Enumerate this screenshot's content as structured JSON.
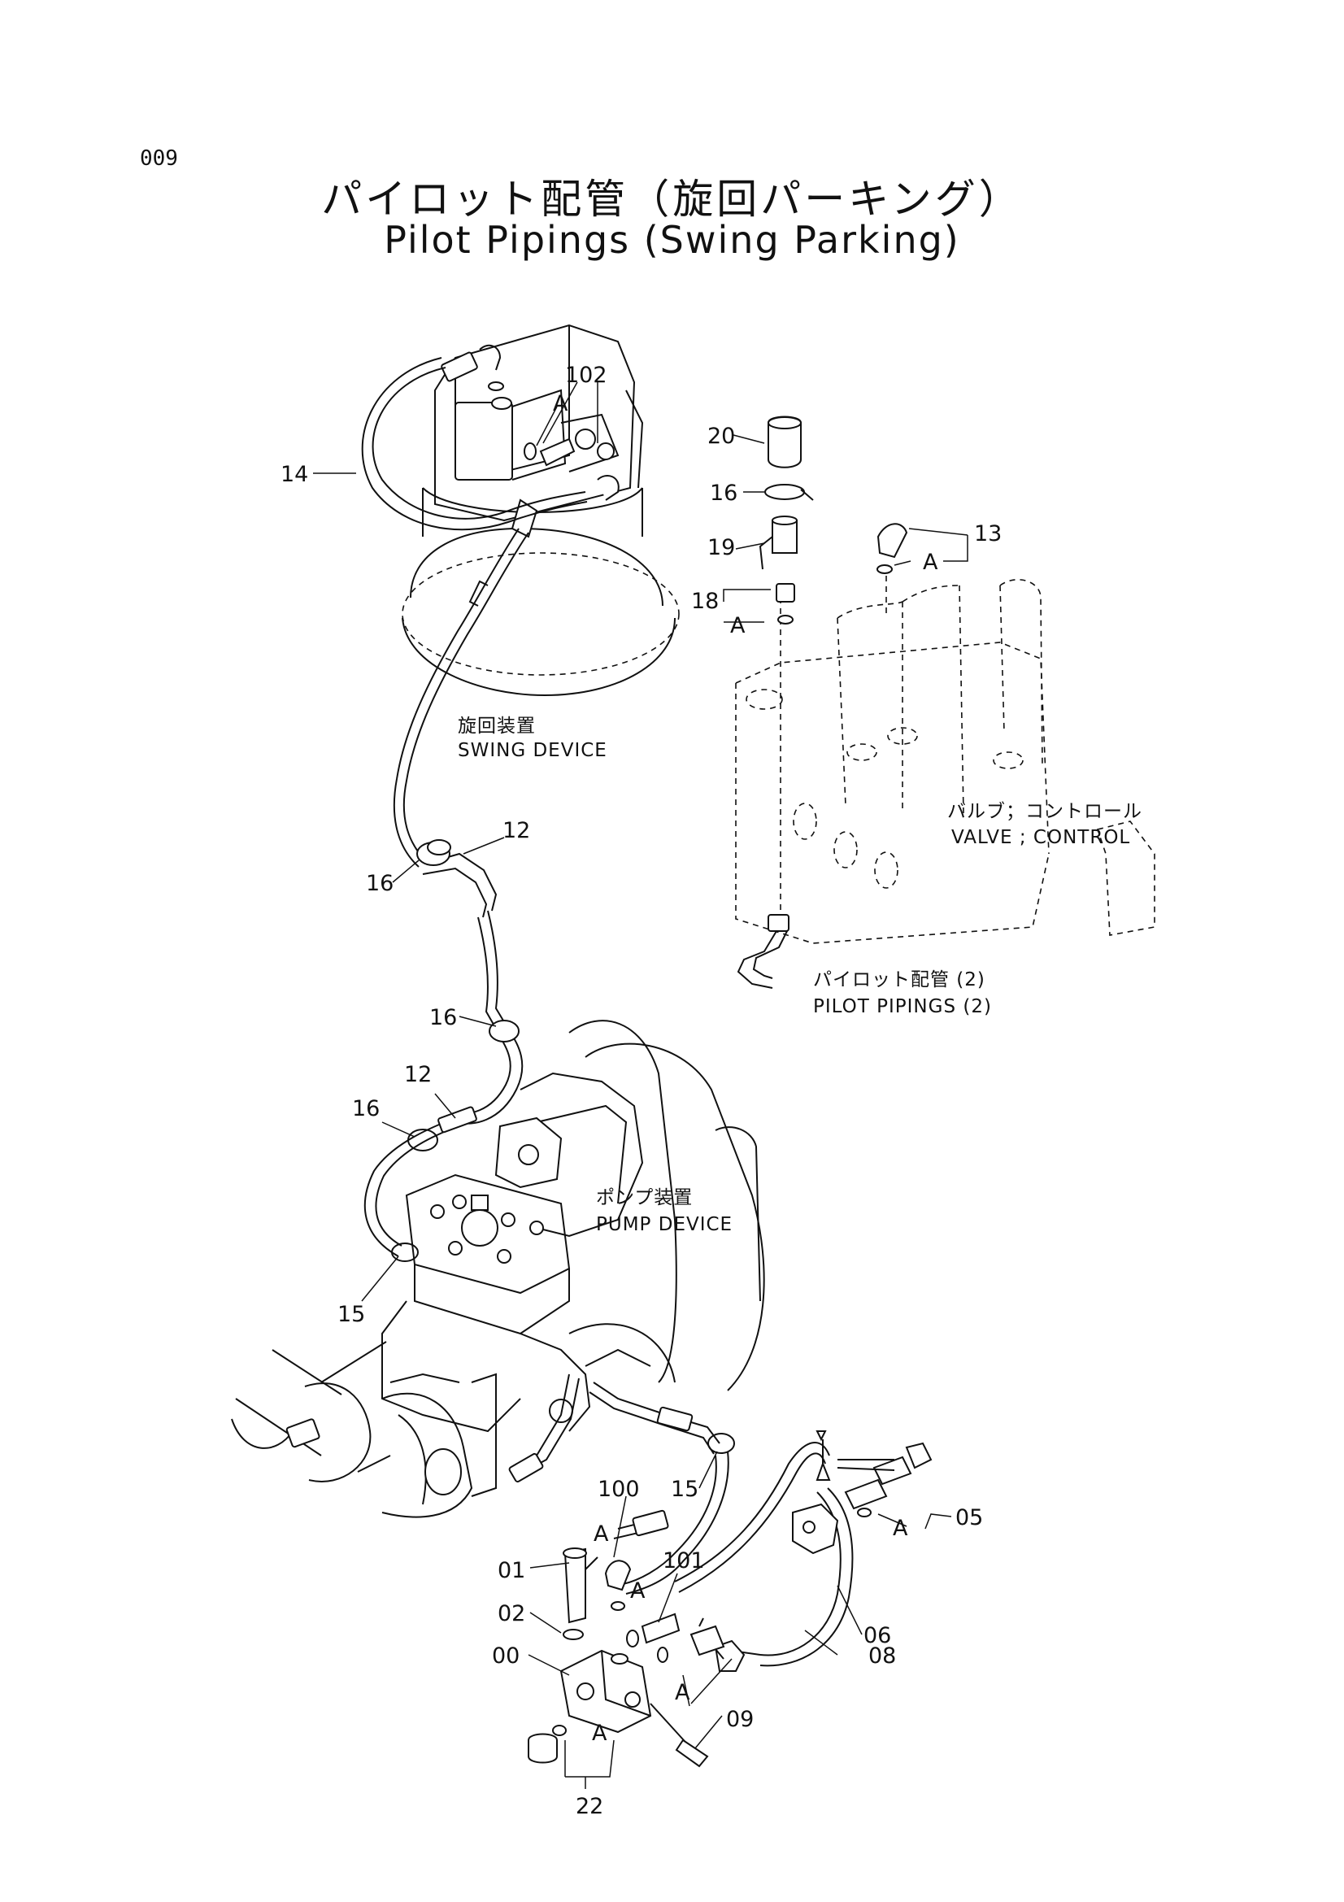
{
  "page": {
    "number": "009",
    "title_jp": "パイロット配管（旋回パーキング）",
    "title_en": "Pilot Pipings (Swing Parking)"
  },
  "labels": {
    "swing_device_jp": "旋回装置",
    "swing_device_en": "SWING DEVICE",
    "valve_control_jp": "バルブ；コントロール",
    "valve_control_en": "VALVE ; CONTROL",
    "pilot_pipings_jp": "パイロット配管 (2)",
    "pilot_pipings_en": "PILOT PIPINGS (2)",
    "pump_device_jp": "ポンプ装置",
    "pump_device_en": "PUMP DEVICE"
  },
  "callouts": {
    "c102": "102",
    "cA_top": "A",
    "c14": "14",
    "c20": "20",
    "c16_a": "16",
    "c19": "19",
    "c18": "18",
    "cA_18": "A",
    "c13": "13",
    "cA_13": "A",
    "c12_a": "12",
    "c16_b": "16",
    "c16_c": "16",
    "c12_b": "12",
    "c16_d": "16",
    "c15_a": "15",
    "c100": "100",
    "c15_b": "15",
    "cA_100": "A",
    "c05": "05",
    "cA_05": "A",
    "c01": "01",
    "c101": "101",
    "cA_101": "A",
    "c02": "02",
    "c06": "06",
    "c00": "00",
    "c08": "08",
    "cA_09": "A",
    "c09": "09",
    "cA_22": "A",
    "c22": "22"
  }
}
